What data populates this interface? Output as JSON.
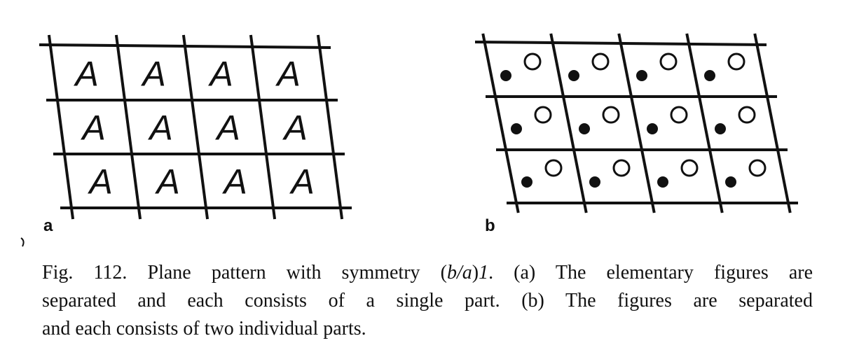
{
  "figure": {
    "panel_a": {
      "label": "a",
      "motif": "A",
      "rows": 3,
      "cols": 4
    },
    "panel_b": {
      "label": "b",
      "motif_parts": [
        "filled-dot",
        "open-circle"
      ],
      "rows": 3,
      "cols": 4
    }
  },
  "caption": {
    "line1_pre": "Fig. 112. Plane pattern with symmetry (",
    "line1_sym": "b/a",
    "line1_mid": ")",
    "line1_one": "1",
    "line1_post": ". (a) The elementary figures are",
    "line2": "separated and each consists of a single part. (b) The figures are separated",
    "line3": "and each consists of two individual parts."
  },
  "colors": {
    "ink": "#111111",
    "paper": "#ffffff"
  }
}
